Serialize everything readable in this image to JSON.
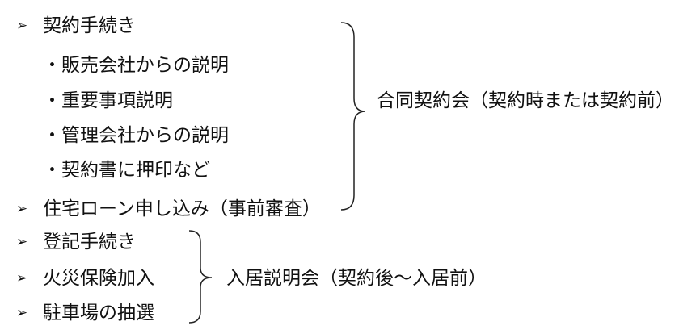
{
  "group1": {
    "items": [
      {
        "text": "契約手続き",
        "marker": "➢"
      },
      {
        "text": "・販売会社からの説明"
      },
      {
        "text": "・重要事項説明"
      },
      {
        "text": "・管理会社からの説明"
      },
      {
        "text": "・契約書に押印など"
      },
      {
        "text": "住宅ローン申し込み（事前審査）",
        "marker": "➢"
      }
    ],
    "label": "合同契約会（契約時または契約前）"
  },
  "group2": {
    "items": [
      {
        "text": "登記手続き",
        "marker": "➢"
      },
      {
        "text": "火災保険加入",
        "marker": "➢"
      },
      {
        "text": "駐車場の抽選",
        "marker": "➢"
      }
    ],
    "label": "入居説明会（契約後～入居前）"
  }
}
